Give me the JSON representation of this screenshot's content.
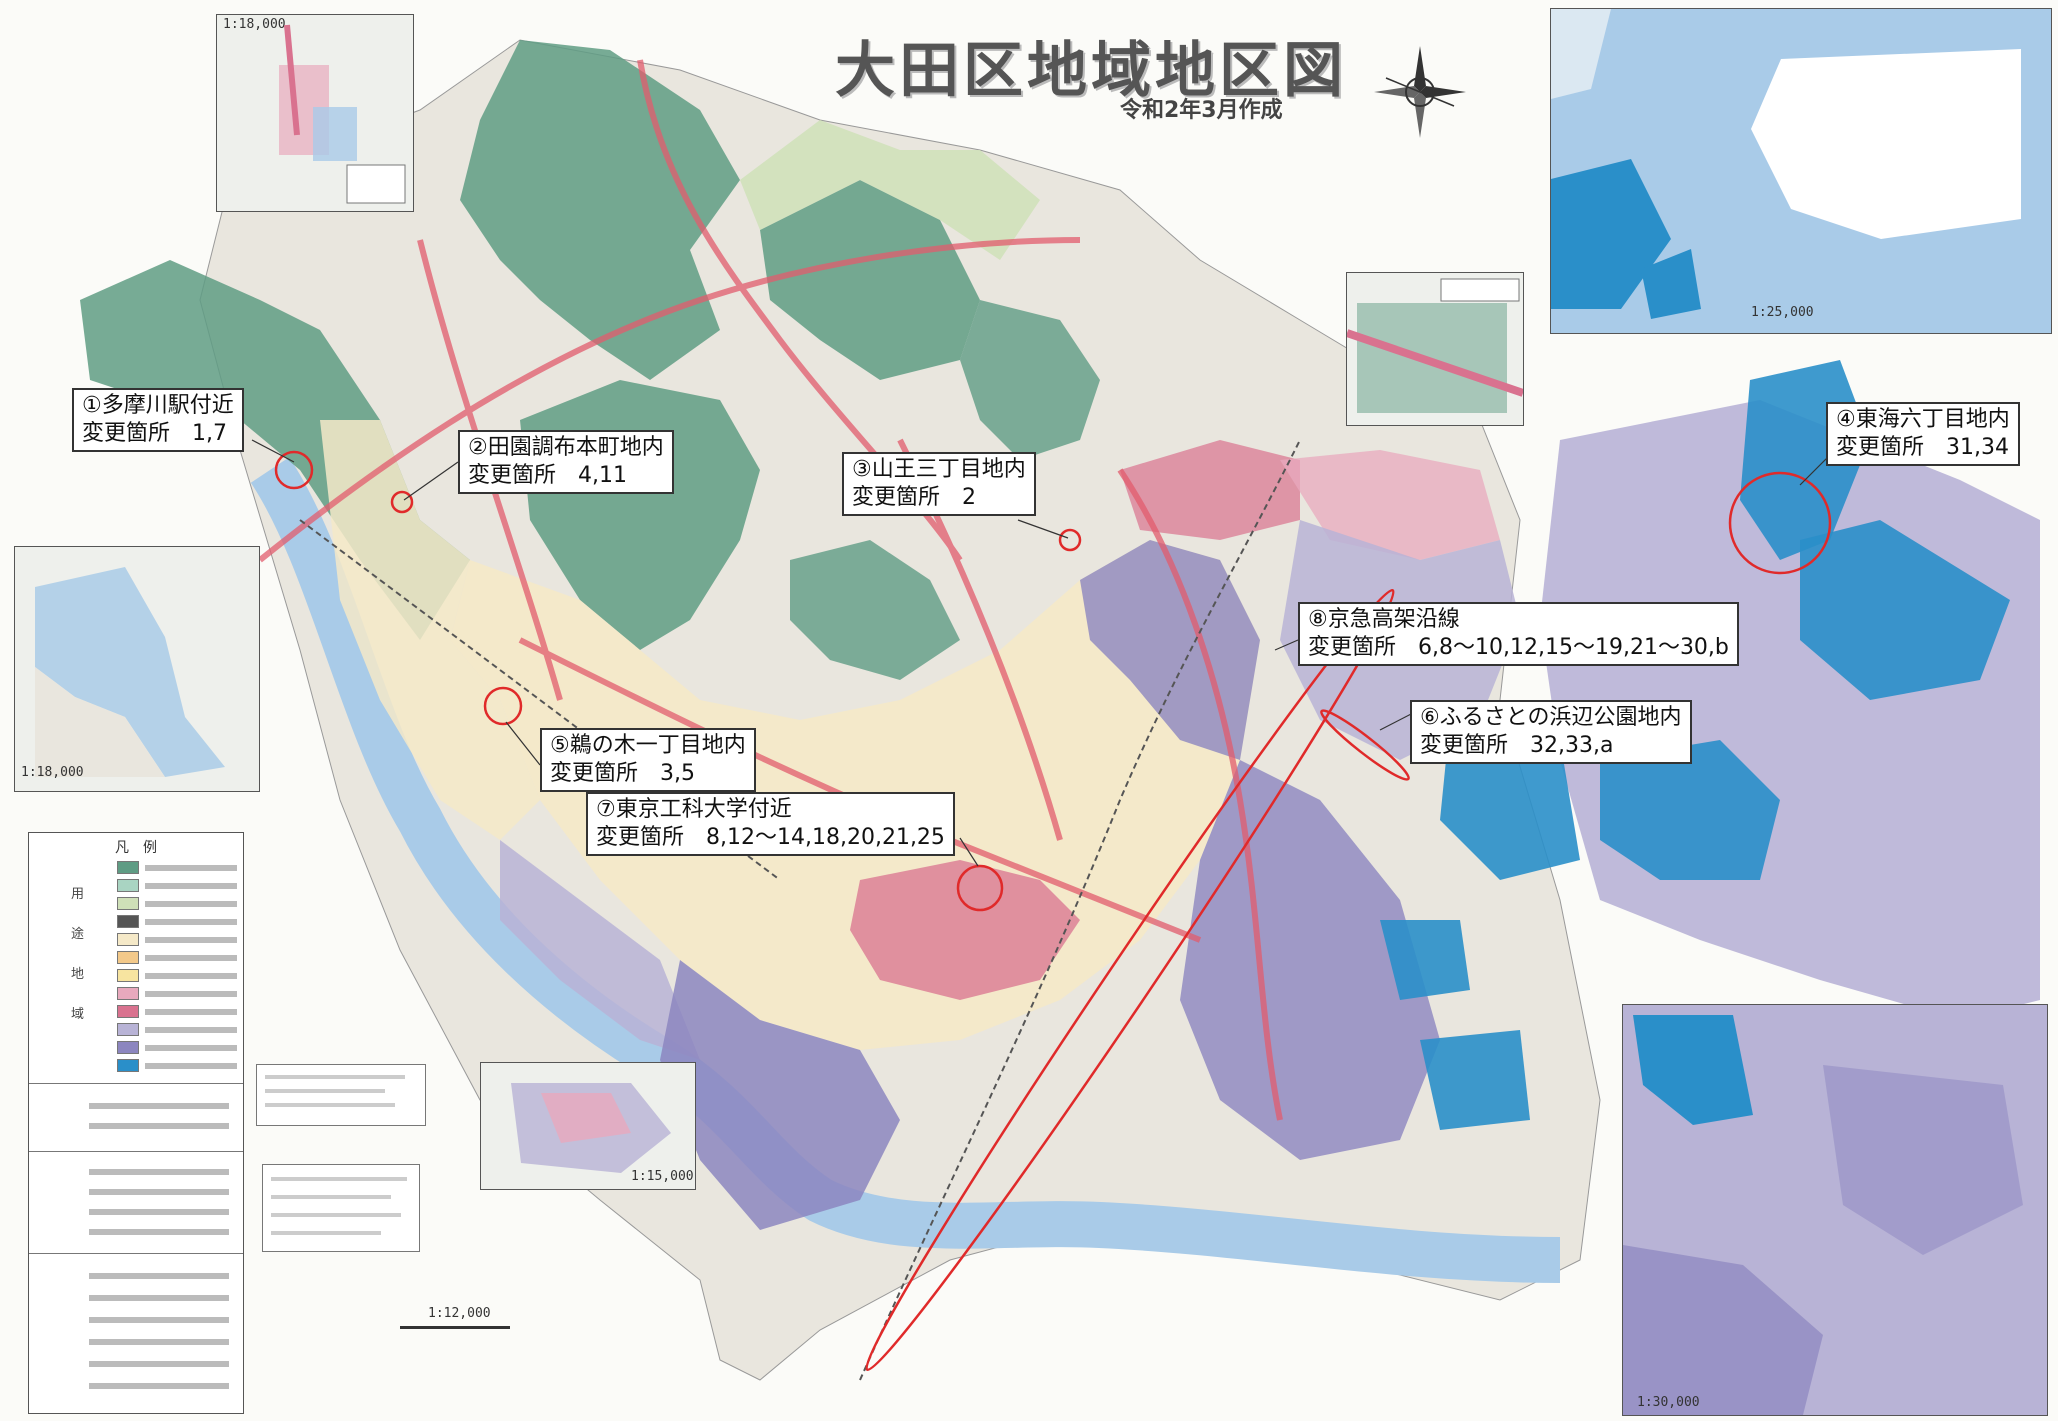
{
  "title": "大田区地域地区図",
  "subtitle": "令和2年3月作成",
  "callouts": [
    {
      "line1": "①多摩川駅付近",
      "line2": "変更箇所　1,7"
    },
    {
      "line1": "②田園調布本町地内",
      "line2": "変更箇所　4,11"
    },
    {
      "line1": "③山王三丁目地内",
      "line2": "変更箇所　2"
    },
    {
      "line1": "④東海六丁目地内",
      "line2": "変更箇所　31,34"
    },
    {
      "line1": "⑤鵜の木一丁目地内",
      "line2": "変更箇所　3,5"
    },
    {
      "line1": "⑥ふるさとの浜辺公園地内",
      "line2": "変更箇所　32,33,a"
    },
    {
      "line1": "⑦東京工科大学付近",
      "line2": "変更箇所　8,12～14,18,20,21,25"
    },
    {
      "line1": "⑧京急高架沿線",
      "line2": "変更箇所　6,8～10,12,15～19,21～30,b"
    }
  ],
  "scales": {
    "main": "1:12,000",
    "inset_top_left": "1:18,000",
    "inset_left": "1:18,000",
    "inset_airport": "1:25,000",
    "inset_center": "1:15,000",
    "inset_bottom_right": "1:30,000"
  },
  "legend": {
    "header": "凡　例",
    "categories": [
      "用",
      "途",
      "地",
      "域"
    ]
  },
  "colors": {
    "residential_green": "#5f9c84",
    "residential_light": "#cfe0b8",
    "mixed_cream": "#f5e9c8",
    "neighborhood_pink": "#e8a9bd",
    "commercial_pink": "#d9728f",
    "semi_industrial_lavender": "#b8b3d6",
    "industrial_purple": "#8c86bf",
    "exclusive_industrial_blue": "#2a8fc9",
    "river_blue": "#a9cbe8",
    "highlight_red": "#e02a2a"
  }
}
